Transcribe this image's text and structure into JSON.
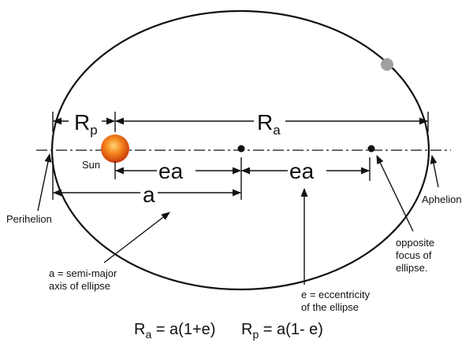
{
  "labels": {
    "r_p_main": "R",
    "r_p_sub": "p",
    "r_a_main": "R",
    "r_a_sub": "a",
    "ea_left": "ea",
    "ea_right": "ea",
    "a": "a",
    "sun": "Sun",
    "perihelion": "Perihelion",
    "aphelion": "Aphelion",
    "semi_major_line1": "a = semi-major",
    "semi_major_line2": "axis of ellipse",
    "eccentricity_line1": "e = eccentricity",
    "eccentricity_line2": "of the ellipse",
    "opposite_focus_line1": "opposite",
    "opposite_focus_line2": "focus of",
    "opposite_focus_line3": "ellipse."
  },
  "equations": {
    "ra_main": "R",
    "ra_sub": "a",
    "ra_rhs": " = a(1+e)",
    "rp_main": "R",
    "rp_sub": "p",
    "rp_rhs": " = a(1- e)"
  },
  "colors": {
    "sun_inner": "#ffb347",
    "sun_outer": "#d9420b",
    "planet": "#a0a0a0",
    "ink": "#111111"
  }
}
